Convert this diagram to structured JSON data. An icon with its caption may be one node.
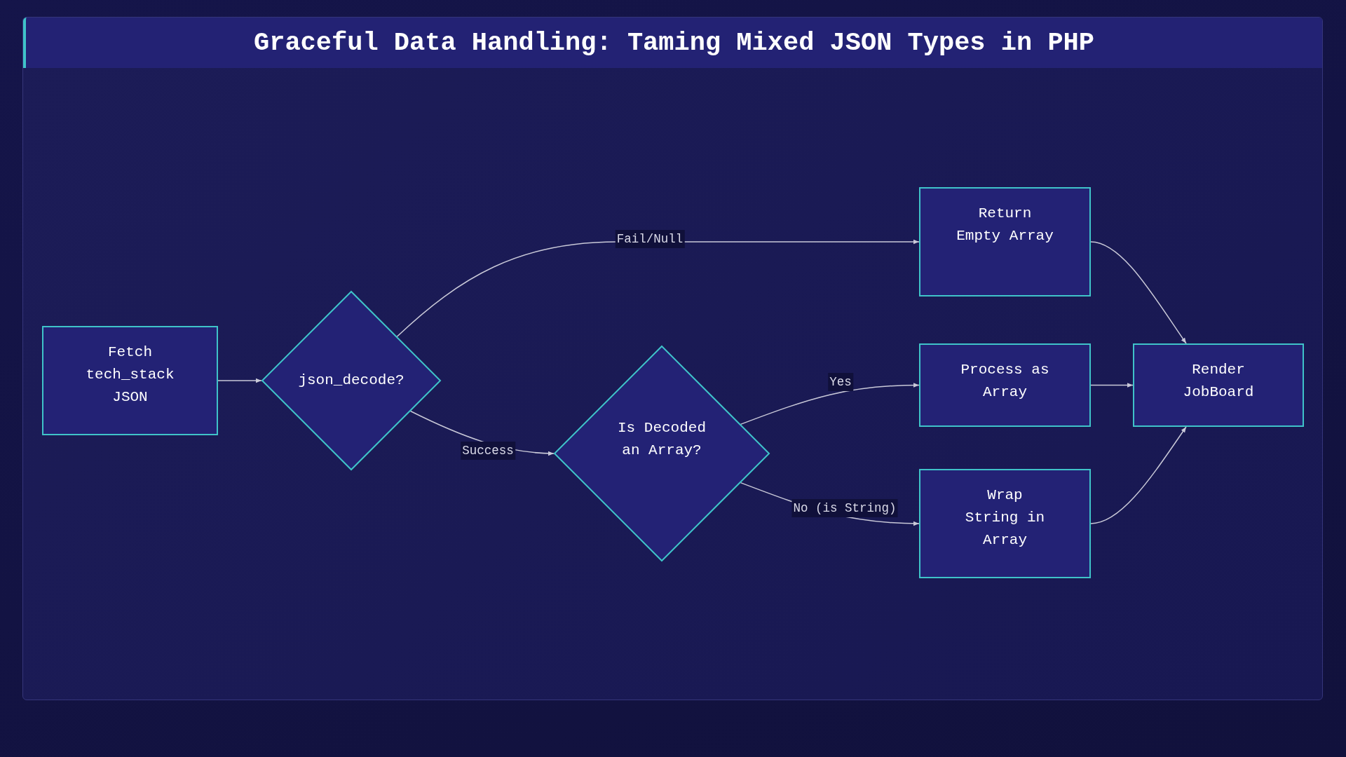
{
  "diagram": {
    "title": "Graceful Data Handling: Taming Mixed JSON Types in PHP",
    "nodes": [
      {
        "text": [
          "Fetch tech_stack JSON"
        ]
      },
      {
        "text": [
          "json_decode?"
        ]
      },
      {
        "text": [
          "Is Decoded an Array?"
        ]
      },
      {
        "text": [
          "Return Empty Array"
        ]
      },
      {
        "text": [
          "Process as Array"
        ]
      },
      {
        "text": [
          "Wrap String in Array"
        ]
      },
      {
        "text": [
          "Render JobBoard"
        ]
      }
    ],
    "edges": [
      {
        "from": 0,
        "to": 1,
        "arrow": "to"
      },
      {
        "from": 1,
        "to": 3,
        "arrow": "to",
        "label": "Fail/Null"
      },
      {
        "from": 1,
        "to": 2,
        "arrow": "to",
        "label": "Success"
      },
      {
        "from": 2,
        "to": 4,
        "arrow": "to",
        "label": "Yes"
      },
      {
        "from": 2,
        "to": 5,
        "arrow": "to",
        "label": "No (is String)"
      },
      {
        "from": 3,
        "to": 6,
        "arrow": "to"
      },
      {
        "from": 4,
        "to": 6,
        "arrow": "to"
      },
      {
        "from": 5,
        "to": 6,
        "arrow": "to"
      }
    ]
  }
}
